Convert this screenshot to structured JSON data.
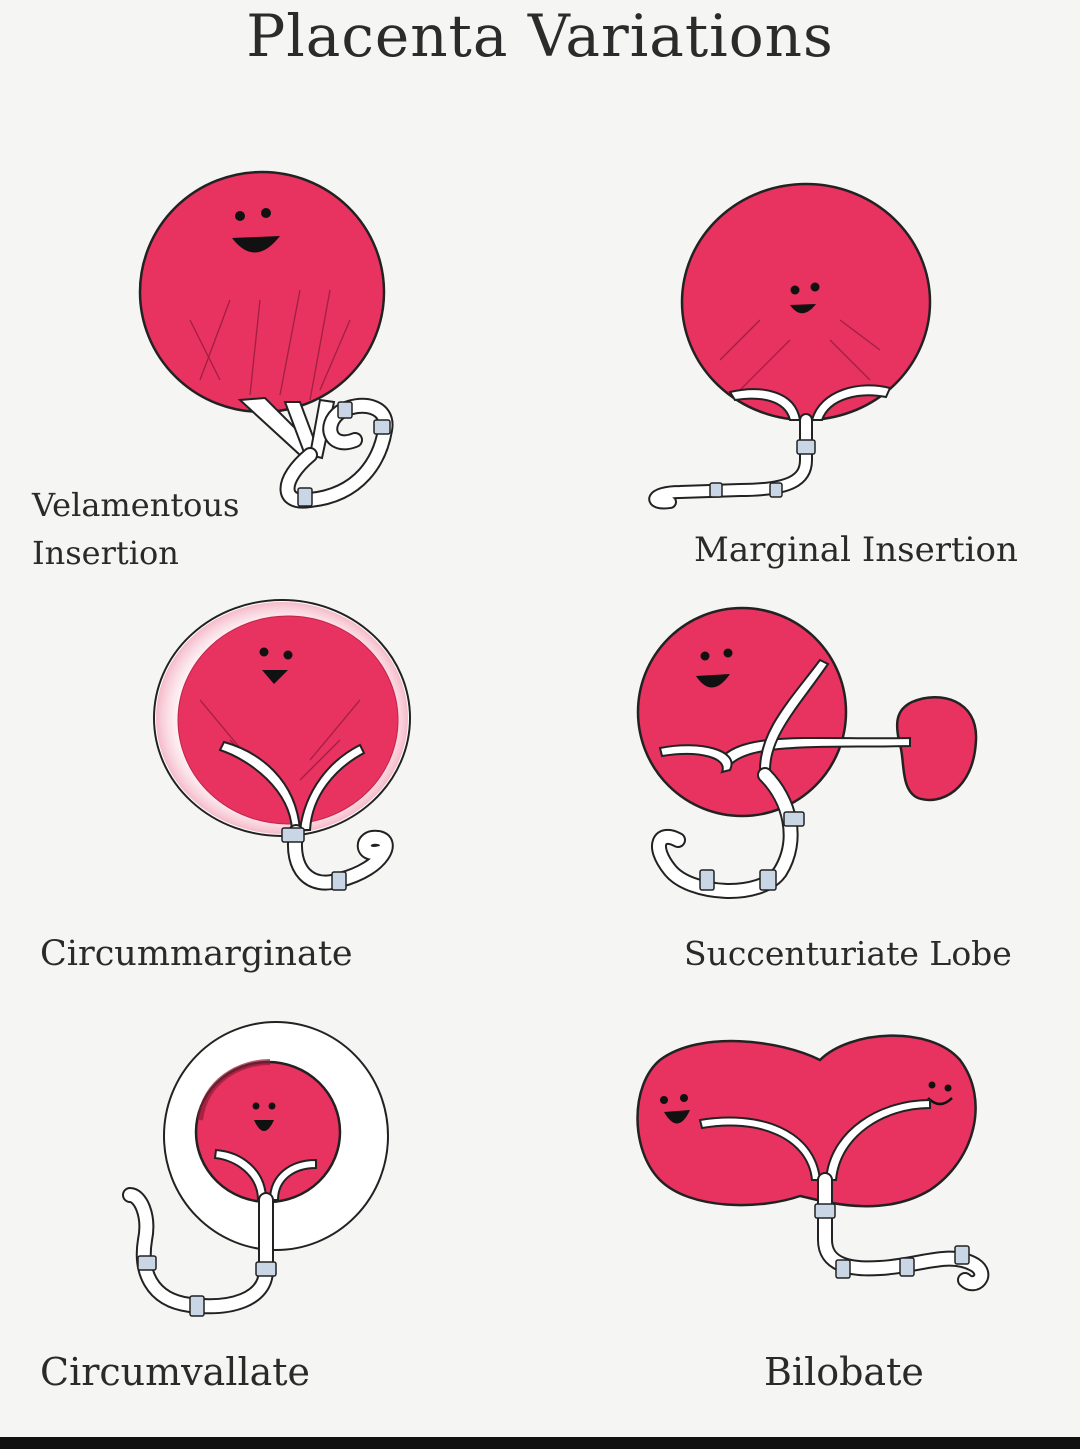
{
  "title": "Placenta Variations",
  "labels": {
    "velamentous_line1": "Velamentous",
    "velamentous_line2": "Insertion",
    "marginal": "Marginal Insertion",
    "circummarginate": "Circummarginate",
    "succenturiate": "Succenturiate Lobe",
    "circumvallate": "Circumvallate",
    "bilobate": "Bilobate"
  },
  "colors": {
    "placenta": "#e8325f",
    "cord": "#ffffff",
    "cord_band": "#c8d6e5",
    "outline": "#222222",
    "background": "#f5f5f3"
  }
}
